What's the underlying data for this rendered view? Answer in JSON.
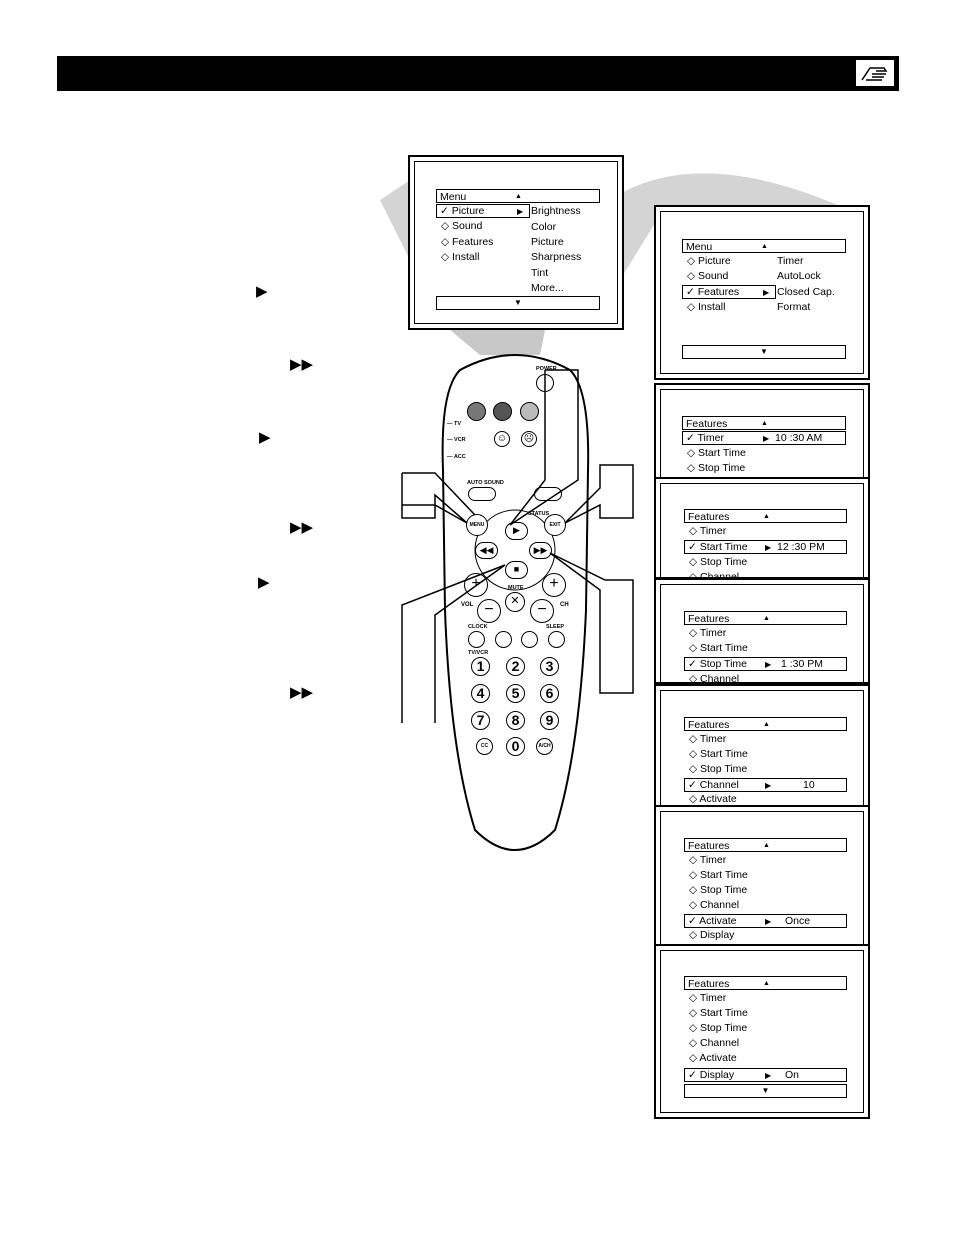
{
  "step_arrows": [
    "▶",
    "▶▶",
    "▶",
    "▶▶",
    "▶",
    "▶▶"
  ],
  "tv_main": {
    "title": "Menu",
    "items": [
      "Picture",
      "Sound",
      "Features",
      "Install"
    ],
    "selected": "Picture",
    "submenu": [
      "Brightness",
      "Color",
      "Picture",
      "Sharpness",
      "Tint",
      "More..."
    ]
  },
  "screen_features_menu": {
    "title": "Menu",
    "items": [
      "Picture",
      "Sound",
      "Features",
      "Install"
    ],
    "submenu": [
      "Timer",
      "AutoLock",
      "Closed Cap.",
      "Format"
    ]
  },
  "screen_timer": {
    "title": "Features",
    "items": [
      "Timer",
      "Start Time",
      "Stop Time"
    ],
    "value": "10 :30 AM"
  },
  "screen_start": {
    "title": "Features",
    "items": [
      "Timer",
      "Start Time",
      "Stop Time",
      "Channel"
    ],
    "value": "12 :30 PM"
  },
  "screen_stop": {
    "title": "Features",
    "items": [
      "Timer",
      "Start Time",
      "Stop Time",
      "Channel"
    ],
    "value": "1 :30 PM"
  },
  "screen_channel": {
    "title": "Features",
    "items": [
      "Timer",
      "Start Time",
      "Stop Time",
      "Channel",
      "Activate"
    ],
    "value": "10"
  },
  "screen_activate": {
    "title": "Features",
    "items": [
      "Timer",
      "Start Time",
      "Stop Time",
      "Channel",
      "Activate",
      "Display"
    ],
    "value": "Once"
  },
  "screen_display": {
    "title": "Features",
    "items": [
      "Timer",
      "Start Time",
      "Stop Time",
      "Channel",
      "Activate",
      "Display"
    ],
    "value": "On"
  },
  "remote": {
    "power": "POWER",
    "tv": "TV",
    "vcr": "VCR",
    "acc": "ACC",
    "auto_sound": "AUTO SOUND",
    "status": "STATUS",
    "menu": "MENU",
    "exit": "EXIT",
    "vol": "VOL",
    "ch": "CH",
    "mute": "MUTE",
    "clock": "CLOCK",
    "sleep": "SLEEP",
    "tvvcr": "TV/VCR",
    "cc": "CC",
    "ach": "A/CH",
    "digits": [
      "1",
      "2",
      "3",
      "4",
      "5",
      "6",
      "7",
      "8",
      "9",
      "0"
    ]
  }
}
